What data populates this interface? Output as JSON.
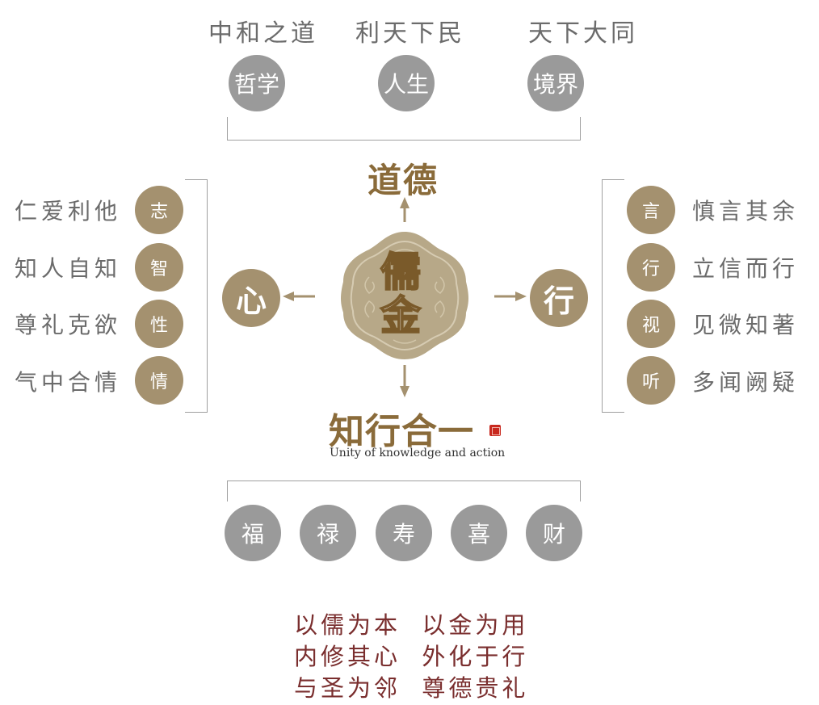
{
  "top": {
    "phrases": [
      "中和之道",
      "利天下民",
      "天下大同"
    ],
    "circles": [
      "哲学",
      "人生",
      "境界"
    ]
  },
  "center": {
    "top_label": "道德",
    "medallion": [
      "儒",
      "金"
    ],
    "bottom_label": "知行合一",
    "subtitle": "Unity of knowledge and action",
    "left_node": "心",
    "right_node": "行"
  },
  "left": {
    "phrases": [
      "仁爱利他",
      "知人自知",
      "尊礼克欲",
      "气中合情"
    ],
    "circles": [
      "志",
      "智",
      "性",
      "情"
    ]
  },
  "right": {
    "circles": [
      "言",
      "行",
      "视",
      "听"
    ],
    "phrases": [
      "慎言其余",
      "立信而行",
      "见微知著",
      "多闻阙疑"
    ]
  },
  "bottom": {
    "circles": [
      "福",
      "禄",
      "寿",
      "喜",
      "财"
    ]
  },
  "motto": {
    "lines": [
      "以儒为本  以金为用",
      "内修其心  外化于行",
      "与圣为邻  尊德贵礼"
    ]
  },
  "colors": {
    "grey_circle": "#9a9a9a",
    "tan_circle": "#a4916f",
    "brown_title": "#8a6b3a",
    "motto_red": "#7a2e2e",
    "seal_red": "#c8281e"
  }
}
